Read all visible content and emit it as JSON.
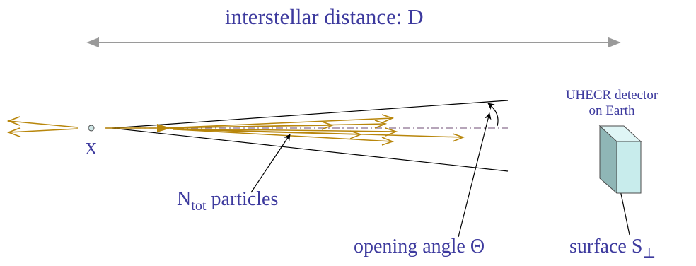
{
  "labels": {
    "distance": "interstellar distance: D",
    "source": "X",
    "particles_main": "N",
    "particles_sub": "tot",
    "particles_rest": " particles",
    "detector_line1": "UHECR detector",
    "detector_line2": "on Earth",
    "opening_angle": "opening angle Θ",
    "surface_main": "surface S",
    "surface_sub": "⊥"
  },
  "colors": {
    "label_text": "#3d3a9e",
    "particle_arrow": "#b8860b",
    "axis_line": "#8a6f8f",
    "distance_arrow": "#9a9a9a",
    "detector_fill": "#c8ecec",
    "detector_side": "#8fb6b6",
    "source_fill": "#cfe6e6"
  }
}
